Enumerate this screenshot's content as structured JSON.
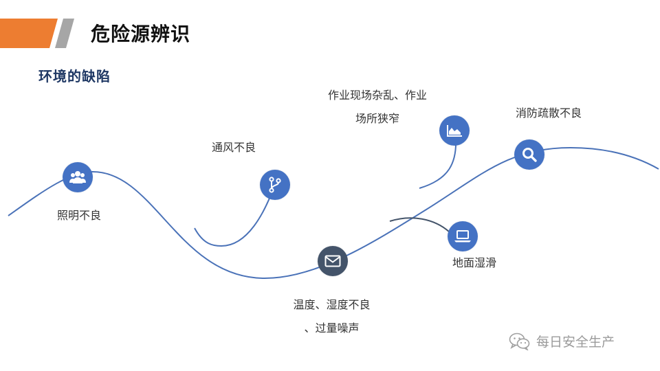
{
  "header": {
    "title": "危险源辨识",
    "accent_color": "#ed7d31",
    "stripe_color": "#a6a6a6"
  },
  "subtitle": "环境的缺陷",
  "colors": {
    "node_blue": "#4472c4",
    "node_dark": "#44546a",
    "curve": "#4a72b8",
    "text": "#333333"
  },
  "items": [
    {
      "label_lines": [
        "照明不良"
      ],
      "icon": "users-icon"
    },
    {
      "label_lines": [
        "通风不良"
      ],
      "icon": "branch-icon"
    },
    {
      "label_lines": [
        "温度、湿度不良",
        "、过量噪声"
      ],
      "icon": "envelope-icon"
    },
    {
      "label_lines": [
        "作业现场杂乱、作业",
        "场所狭窄"
      ],
      "icon": "area-chart-icon"
    },
    {
      "label_lines": [
        "地面湿滑"
      ],
      "icon": "laptop-icon"
    },
    {
      "label_lines": [
        "消防疏散不良"
      ],
      "icon": "search-icon"
    }
  ],
  "watermark": {
    "text": "每日安全生产",
    "icon": "wechat-icon"
  }
}
